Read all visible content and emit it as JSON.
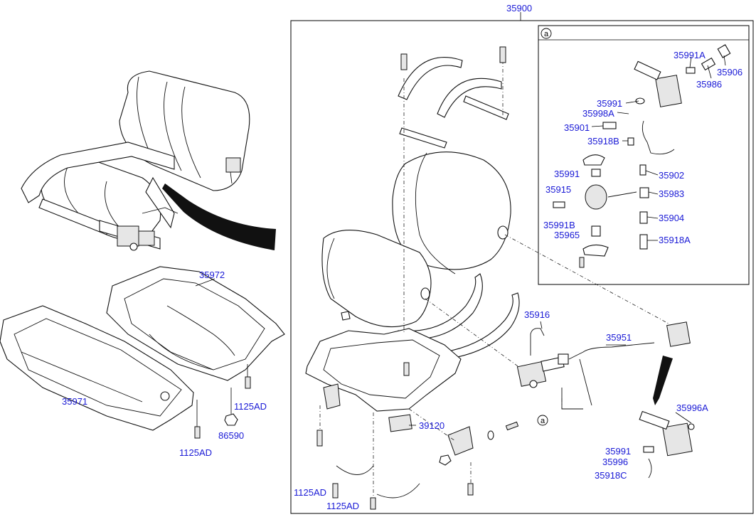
{
  "diagram": {
    "main_assembly": "35900",
    "detail_marker": "a",
    "callout_marker": "a",
    "parts": {
      "p35972": "35972",
      "p35971": "35971",
      "p1125AD_a": "1125AD",
      "p1125AD_b": "1125AD",
      "p1125AD_c": "1125AD",
      "p1125AD_d": "1125AD",
      "p86590": "86590",
      "p39120": "39120",
      "p35916": "35916",
      "p35951": "35951",
      "p35996A": "35996A",
      "p35991_c": "35991",
      "p35996": "35996",
      "p35918C": "35918C",
      "p35991A": "35991A",
      "p35906": "35906",
      "p35986": "35986",
      "p35991_a": "35991",
      "p35998A": "35998A",
      "p35901": "35901",
      "p35918B": "35918B",
      "p35991_b": "35991",
      "p35902": "35902",
      "p35915": "35915",
      "p35983": "35983",
      "p35991B": "35991B",
      "p35904": "35904",
      "p35965": "35965",
      "p35918A": "35918A"
    }
  }
}
